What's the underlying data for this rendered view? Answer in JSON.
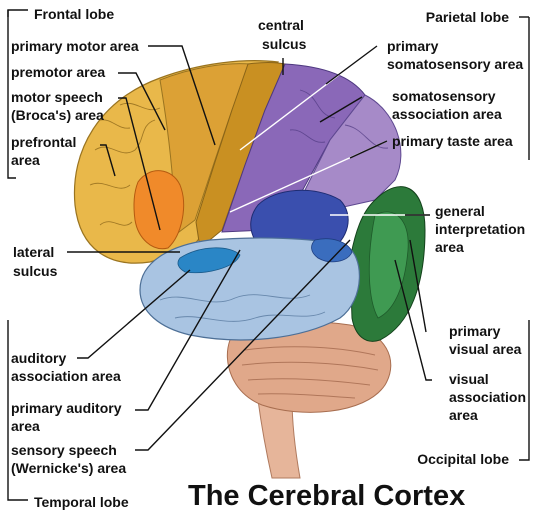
{
  "title": "The Cerebral Cortex",
  "lobes": {
    "frontal": "Frontal lobe",
    "parietal": "Parietal lobe",
    "occipital": "Occipital lobe",
    "temporal": "Temporal lobe"
  },
  "labels": {
    "primary_motor_area": "primary motor area",
    "premotor_area": "premotor area",
    "motor_speech_1": "motor speech",
    "motor_speech_2": "(Broca's) area",
    "prefrontal_1": "prefrontal",
    "prefrontal_2": "area",
    "central_sulcus_1": "central",
    "central_sulcus_2": "sulcus",
    "primary_somatosensory_1": "primary",
    "primary_somatosensory_2": "somatosensory area",
    "somatosensory_assoc_1": "somatosensory",
    "somatosensory_assoc_2": "association area",
    "primary_taste_area": "primary taste area",
    "general_interp_1": "general",
    "general_interp_2": "interpretation",
    "general_interp_3": "area",
    "lateral_sulcus_1": "lateral",
    "lateral_sulcus_2": "sulcus",
    "primary_visual_1": "primary",
    "primary_visual_2": "visual area",
    "visual_assoc_1": "visual",
    "visual_assoc_2": "association",
    "visual_assoc_3": "area",
    "auditory_assoc_1": "auditory",
    "auditory_assoc_2": "association area",
    "primary_auditory_1": "primary auditory",
    "primary_auditory_2": "area",
    "sensory_speech_1": "sensory speech",
    "sensory_speech_2": "(Wernicke's) area"
  },
  "colors": {
    "frontal": "#e9b84a",
    "premotor": "#d89a2c",
    "broca": "#f08a2a",
    "motor": "#c99022",
    "somatosensory": "#8a68b8",
    "somato_assoc": "#a68ac8",
    "interpretation": "#3a4fae",
    "temporal": "#a9c4e2",
    "auditory": "#2a86c6",
    "occipital": "#2c7a3a",
    "cerebellum": "#e0a88a",
    "brainstem": "#e6b59a"
  }
}
